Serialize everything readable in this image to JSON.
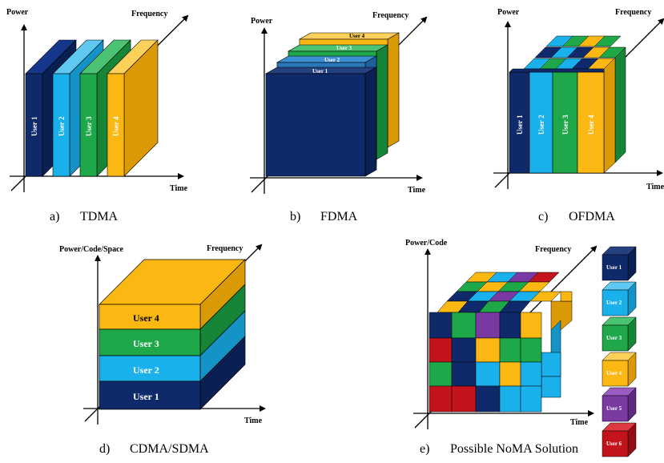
{
  "colors": {
    "user1": "#0f2a6b",
    "user2": "#1ab0ec",
    "user3": "#1fa84a",
    "user4": "#fbb813",
    "user5": "#7a39a3",
    "user6": "#c3141c"
  },
  "panels": {
    "a": {
      "power": "Power",
      "frequency": "Frequency",
      "time": "Time",
      "users": [
        "User 1",
        "User 2",
        "User 3",
        "User 4"
      ],
      "caption_letter": "a)",
      "caption": "TDMA"
    },
    "b": {
      "power": "Power",
      "frequency": "Frequency",
      "time": "Time",
      "users": [
        "User 1",
        "User 2",
        "User 3",
        "User 4"
      ],
      "caption_letter": "b)",
      "caption": "FDMA"
    },
    "c": {
      "power": "Power",
      "frequency": "Frequency",
      "time": "Time",
      "users": [
        "User 1",
        "User 2",
        "User 3",
        "User 4"
      ],
      "caption_letter": "c)",
      "caption": "OFDMA"
    },
    "d": {
      "power": "Power/Code/Space",
      "frequency": "Frequency",
      "time": "Time",
      "users": [
        "User 1",
        "User 2",
        "User 3",
        "User 4"
      ],
      "caption_letter": "d)",
      "caption": "CDMA/SDMA"
    },
    "e": {
      "power": "Power/Code",
      "frequency": "Frequency",
      "time": "Time",
      "legend": [
        "User 1",
        "User 2",
        "User 3",
        "User 4",
        "User 5",
        "User 6"
      ],
      "caption_letter": "e)",
      "caption": "Possible NoMA Solution"
    }
  }
}
